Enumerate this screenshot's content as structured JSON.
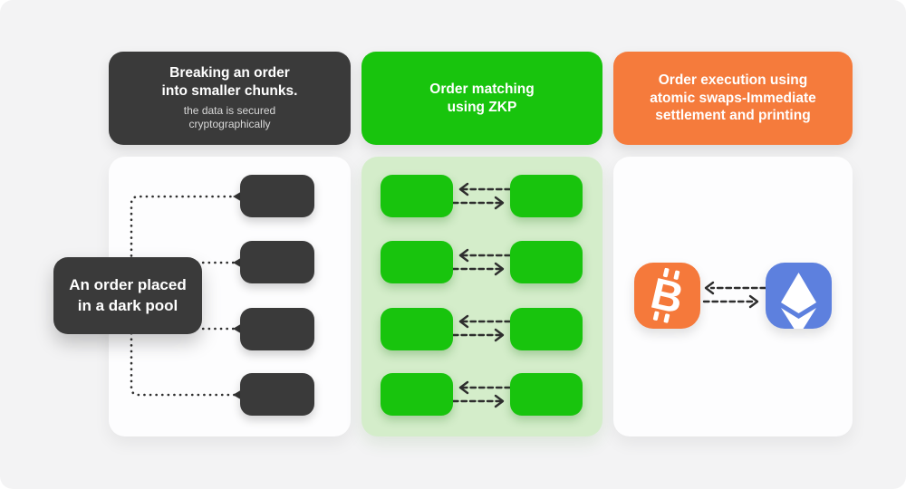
{
  "canvas": {
    "background": "#f3f3f4"
  },
  "connector_color": "#2e2e2e",
  "columns": [
    {
      "header": {
        "title_lines": [
          "Breaking an order",
          "into smaller chunks."
        ],
        "subtitle_lines": [
          "the data is secured",
          "cryptographically"
        ],
        "bg": "#3a3a3a",
        "text_color": "#ffffff"
      },
      "label": {
        "lines": [
          "An order placed",
          "in a dark pool"
        ],
        "bg": "#3a3a3a"
      },
      "chunk_count": 4,
      "panel_bg": "#fdfdfe"
    },
    {
      "header": {
        "title_lines": [
          "Order matching",
          "using ZKP"
        ],
        "bg": "#18c40d",
        "text_color": "#ffffff"
      },
      "pair_count": 4,
      "order_box_color": "#18c40d",
      "panel_bg": "#d4edca"
    },
    {
      "header": {
        "title_lines": [
          "Order execution using",
          "atomic swaps-Immediate",
          "settlement and printing"
        ],
        "bg": "#f57b3c",
        "text_color": "#ffffff"
      },
      "coins": [
        {
          "name": "bitcoin",
          "symbol": "B",
          "bg": "#f5793b"
        },
        {
          "name": "ethereum",
          "bg": "#5d80de"
        }
      ],
      "panel_bg": "#fdfdfe"
    }
  ]
}
